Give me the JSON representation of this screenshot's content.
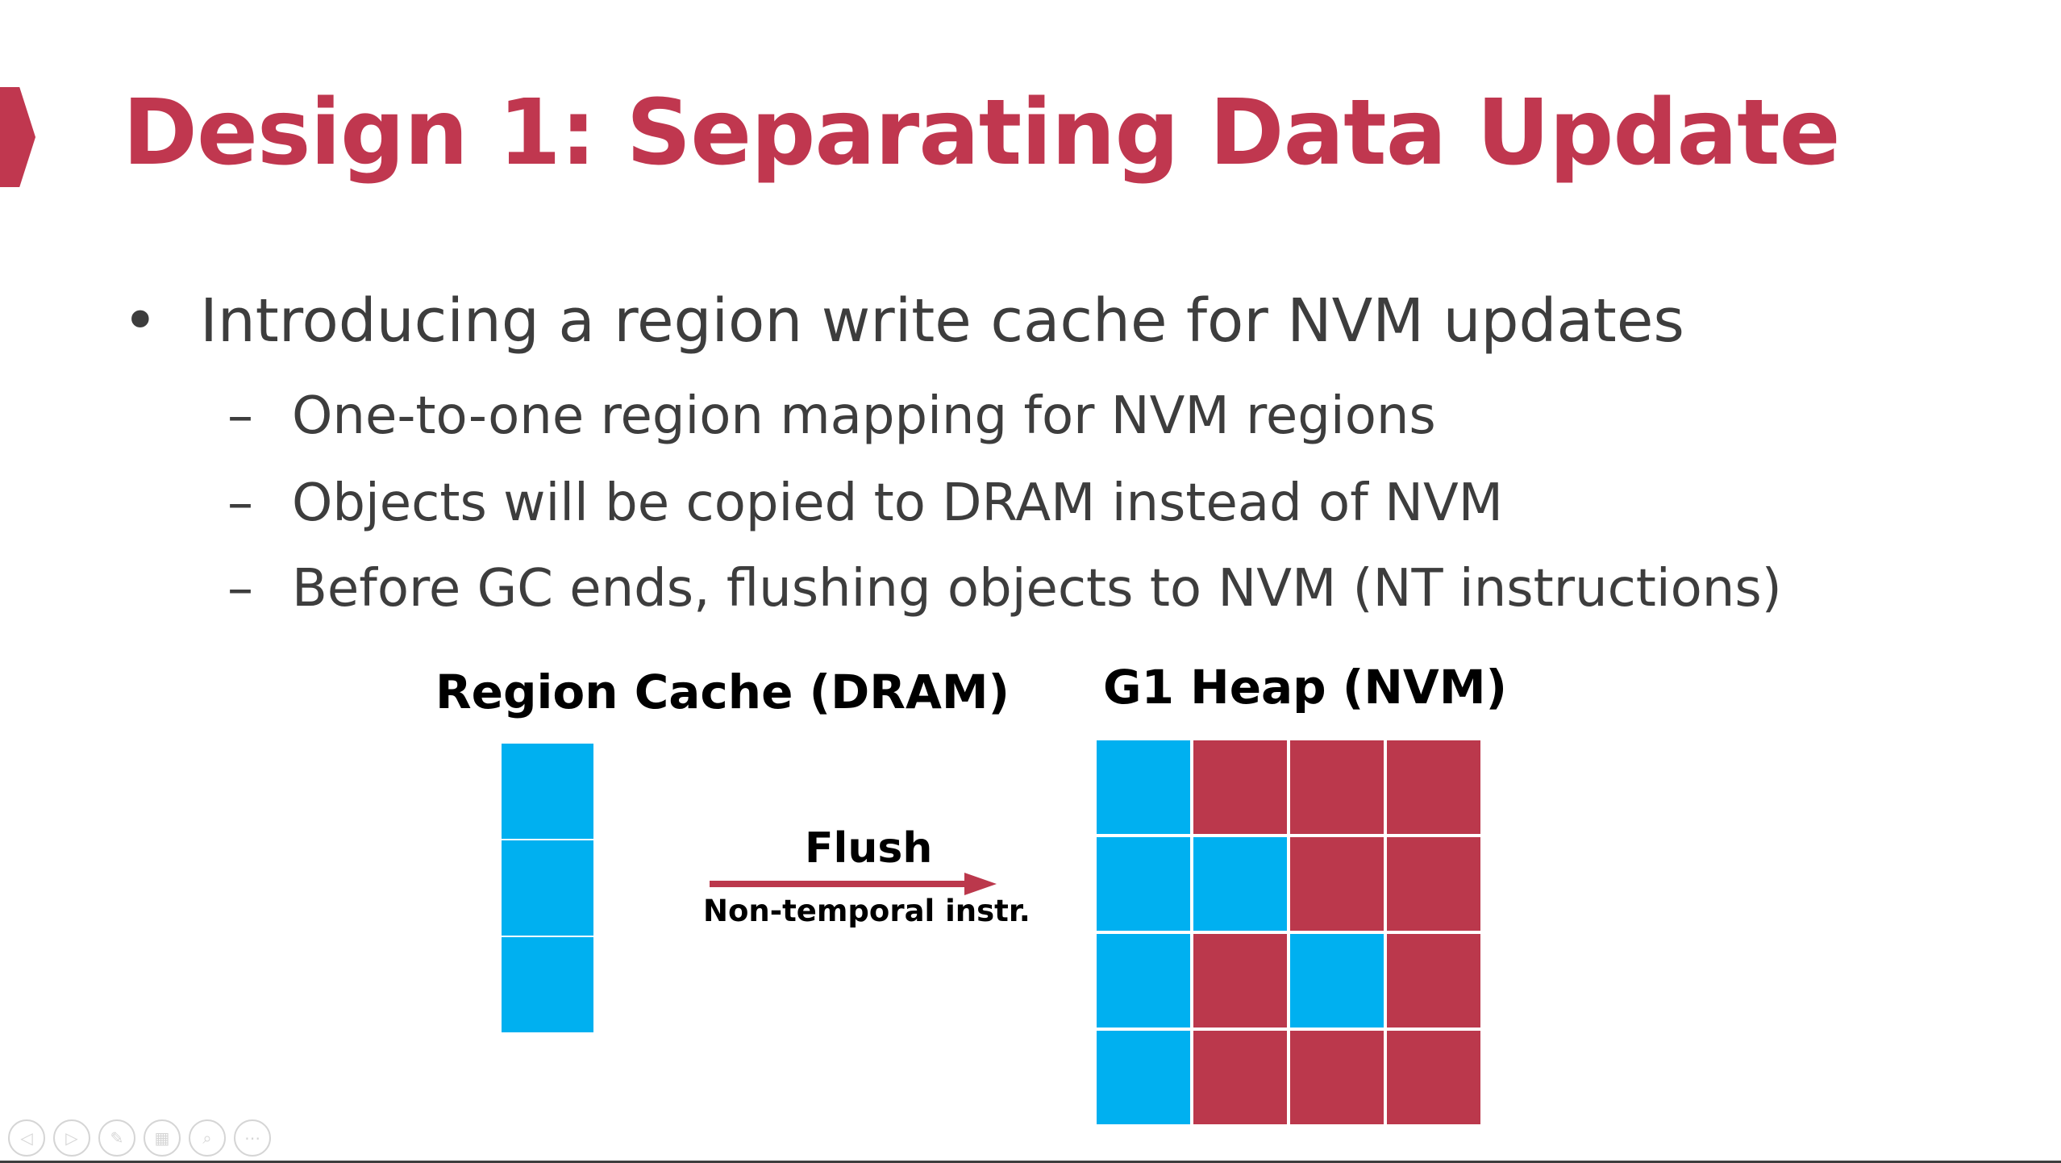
{
  "slide": {
    "title": "Design 1: Separating Data Update",
    "accent_color": "#c0374f",
    "bullets": [
      {
        "marker": "•",
        "text": "Introducing a region write cache for NVM updates",
        "level": 1
      },
      {
        "marker": "–",
        "text": "One-to-one region mapping for NVM regions",
        "level": 2
      },
      {
        "marker": "–",
        "text": "Objects will be copied to DRAM instead of NVM",
        "level": 2
      },
      {
        "marker": "–",
        "text": "Before GC ends, flushing objects to NVM (NT instructions)",
        "level": 2
      }
    ]
  },
  "diagram": {
    "cache_label": "Region Cache (DRAM)",
    "heap_label": "G1 Heap (NVM)",
    "arrow_label": "Flush",
    "arrow_sublabel": "Non-temporal instr.",
    "colors": {
      "cached_region": "#00b0f0",
      "nvm_region": "#bb384c"
    },
    "cache_cells": [
      "blue",
      "blue",
      "blue"
    ],
    "heap_grid": [
      [
        "blue",
        "red",
        "red",
        "red"
      ],
      [
        "blue",
        "blue",
        "red",
        "red"
      ],
      [
        "blue",
        "red",
        "blue",
        "red"
      ],
      [
        "blue",
        "red",
        "red",
        "red"
      ]
    ]
  },
  "toolbar": {
    "buttons": [
      {
        "name": "previous-slide-button",
        "icon": "arrow-left-icon",
        "glyph": "◁"
      },
      {
        "name": "next-slide-button",
        "icon": "arrow-right-icon",
        "glyph": "▷"
      },
      {
        "name": "pen-tool-button",
        "icon": "pen-icon",
        "glyph": "✎"
      },
      {
        "name": "see-all-slides-button",
        "icon": "slides-grid-icon",
        "glyph": "▦"
      },
      {
        "name": "zoom-button",
        "icon": "magnifier-icon",
        "glyph": "⌕"
      },
      {
        "name": "more-options-button",
        "icon": "ellipsis-icon",
        "glyph": "⋯"
      }
    ]
  }
}
